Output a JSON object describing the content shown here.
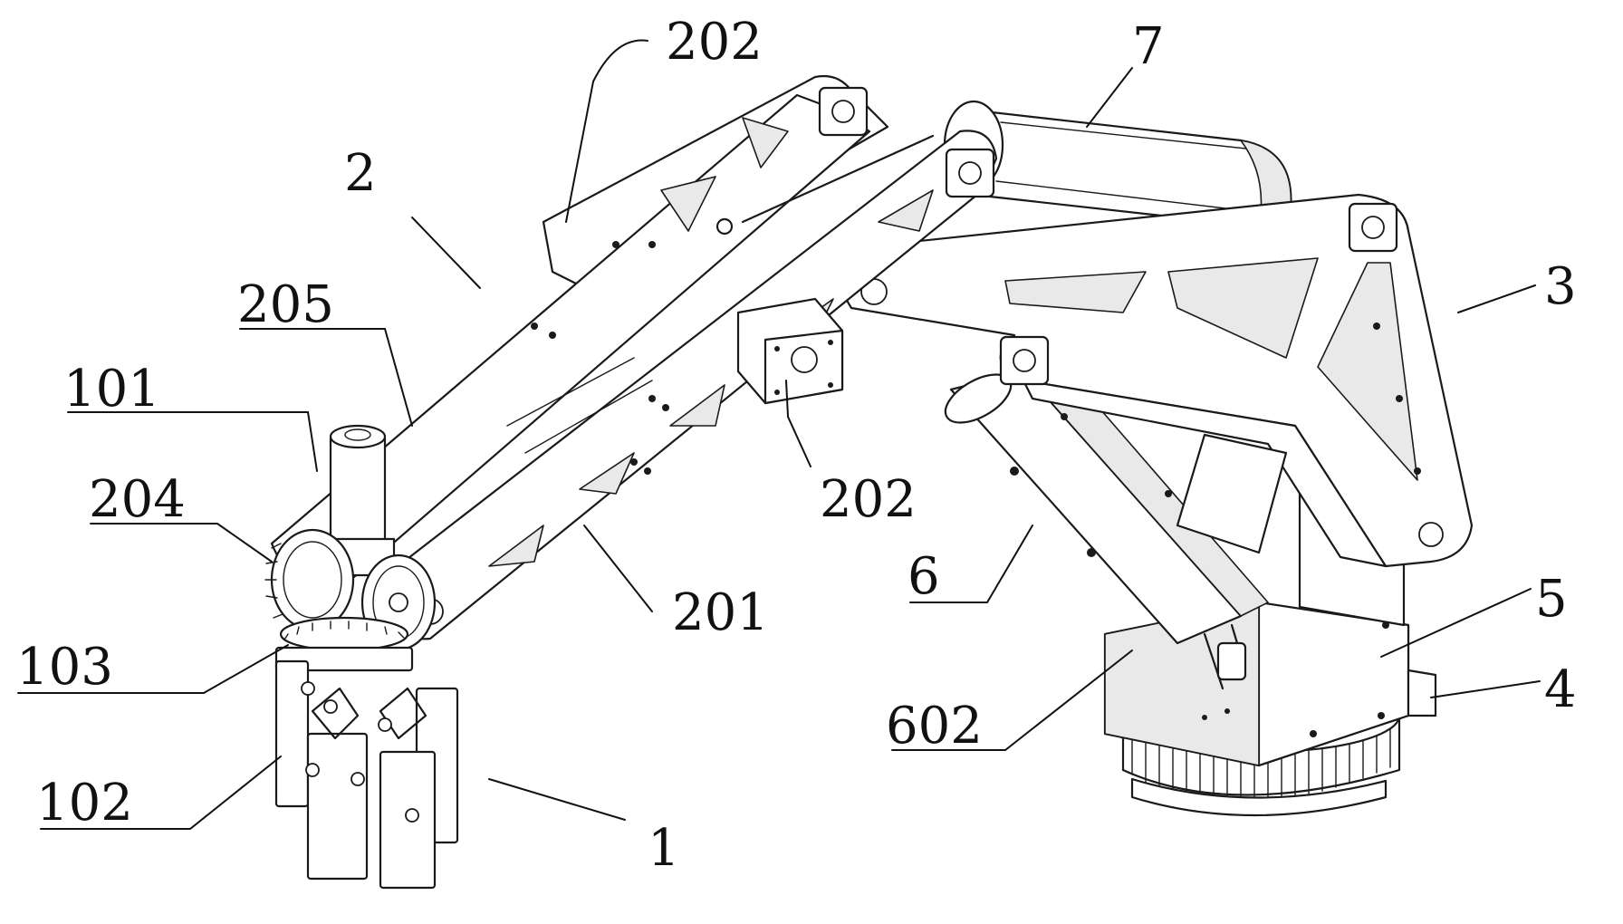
{
  "callouts": [
    {
      "id": "label-202-top",
      "text": "202"
    },
    {
      "id": "label-7",
      "text": "7"
    },
    {
      "id": "label-2",
      "text": "2"
    },
    {
      "id": "label-205",
      "text": "205"
    },
    {
      "id": "label-3",
      "text": "3"
    },
    {
      "id": "label-101",
      "text": "101"
    },
    {
      "id": "label-204",
      "text": "204"
    },
    {
      "id": "label-202-mid",
      "text": "202"
    },
    {
      "id": "label-6",
      "text": "6"
    },
    {
      "id": "label-5",
      "text": "5"
    },
    {
      "id": "label-201",
      "text": "201"
    },
    {
      "id": "label-103",
      "text": "103"
    },
    {
      "id": "label-602",
      "text": "602"
    },
    {
      "id": "label-4",
      "text": "4"
    },
    {
      "id": "label-102",
      "text": "102"
    },
    {
      "id": "label-1",
      "text": "1"
    }
  ]
}
